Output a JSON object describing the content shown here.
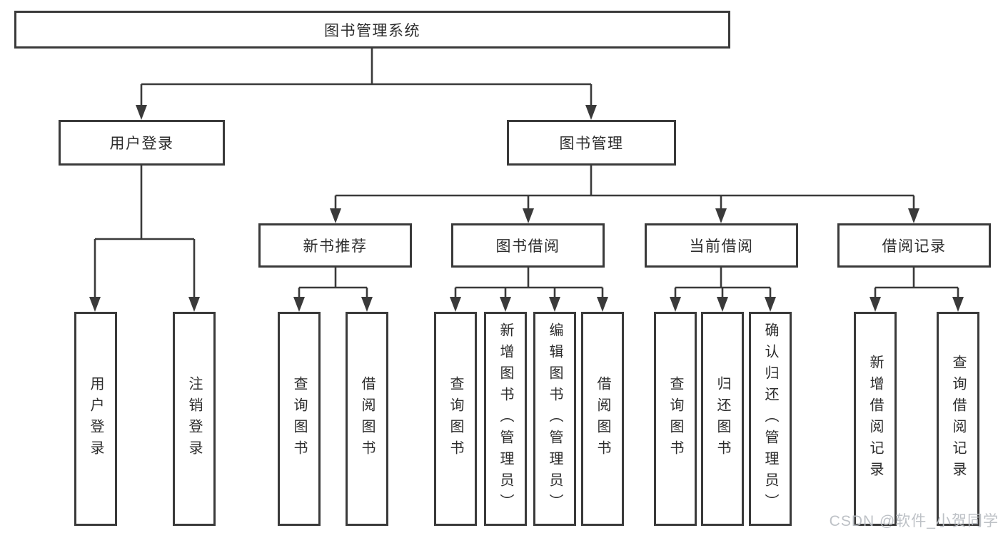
{
  "diagram": {
    "root": {
      "label": "图书管理系统"
    },
    "level2": [
      {
        "label": "用户登录"
      },
      {
        "label": "图书管理"
      }
    ],
    "level3": [
      {
        "label": "新书推荐"
      },
      {
        "label": "图书借阅"
      },
      {
        "label": "当前借阅"
      },
      {
        "label": "借阅记录"
      }
    ],
    "leaves": {
      "user_login": [
        "用户登录",
        "注销登录"
      ],
      "new_books": [
        "查询图书",
        "借阅图书"
      ],
      "book_borrow": [
        "查询图书",
        "新增图书（管理员）",
        "编辑图书（管理员）",
        "借阅图书"
      ],
      "current_borrow": [
        "查询图书",
        "归还图书",
        "确认归还（管理员）"
      ],
      "borrow_records": [
        "新增借阅记录",
        "查询借阅记录"
      ]
    }
  },
  "watermark": {
    "text": "CSDN @软件_小贺同学"
  },
  "colors": {
    "line": "#3a3a3a",
    "border": "#3a3a3a",
    "text": "#2d2d2d",
    "background": "#ffffff"
  }
}
